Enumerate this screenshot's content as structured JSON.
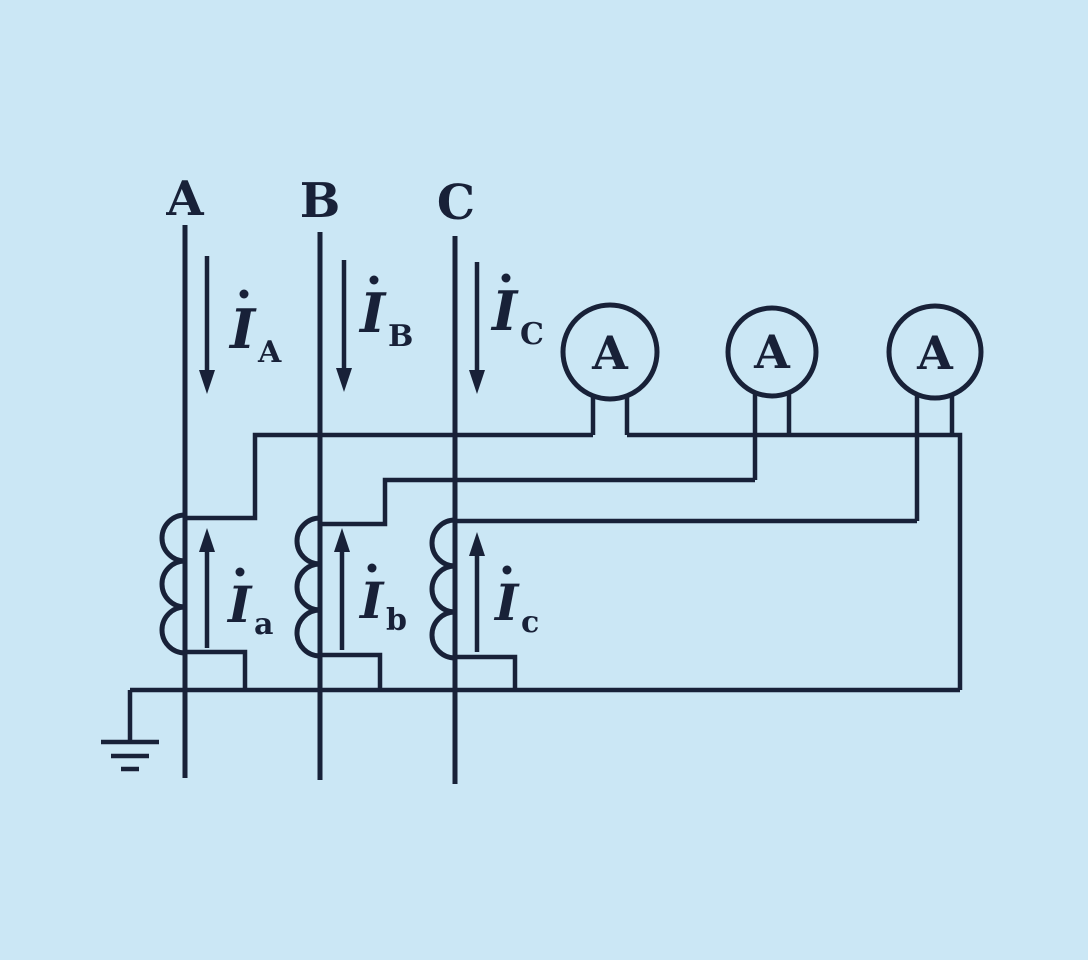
{
  "colors": {
    "background": "#cbe7f5",
    "ink": "#182138"
  },
  "phases": [
    {
      "label": "A",
      "primary": {
        "symbol": "I",
        "overdot": true,
        "subscript": "A"
      },
      "secondary": {
        "symbol": "I",
        "overdot": true,
        "subscript": "a"
      }
    },
    {
      "label": "B",
      "primary": {
        "symbol": "I",
        "overdot": true,
        "subscript": "B"
      },
      "secondary": {
        "symbol": "I",
        "overdot": true,
        "subscript": "b"
      }
    },
    {
      "label": "C",
      "primary": {
        "symbol": "I",
        "overdot": true,
        "subscript": "C"
      },
      "secondary": {
        "symbol": "I",
        "overdot": true,
        "subscript": "c"
      }
    }
  ],
  "ammeters": [
    {
      "label": "A"
    },
    {
      "label": "A"
    },
    {
      "label": "A"
    }
  ]
}
